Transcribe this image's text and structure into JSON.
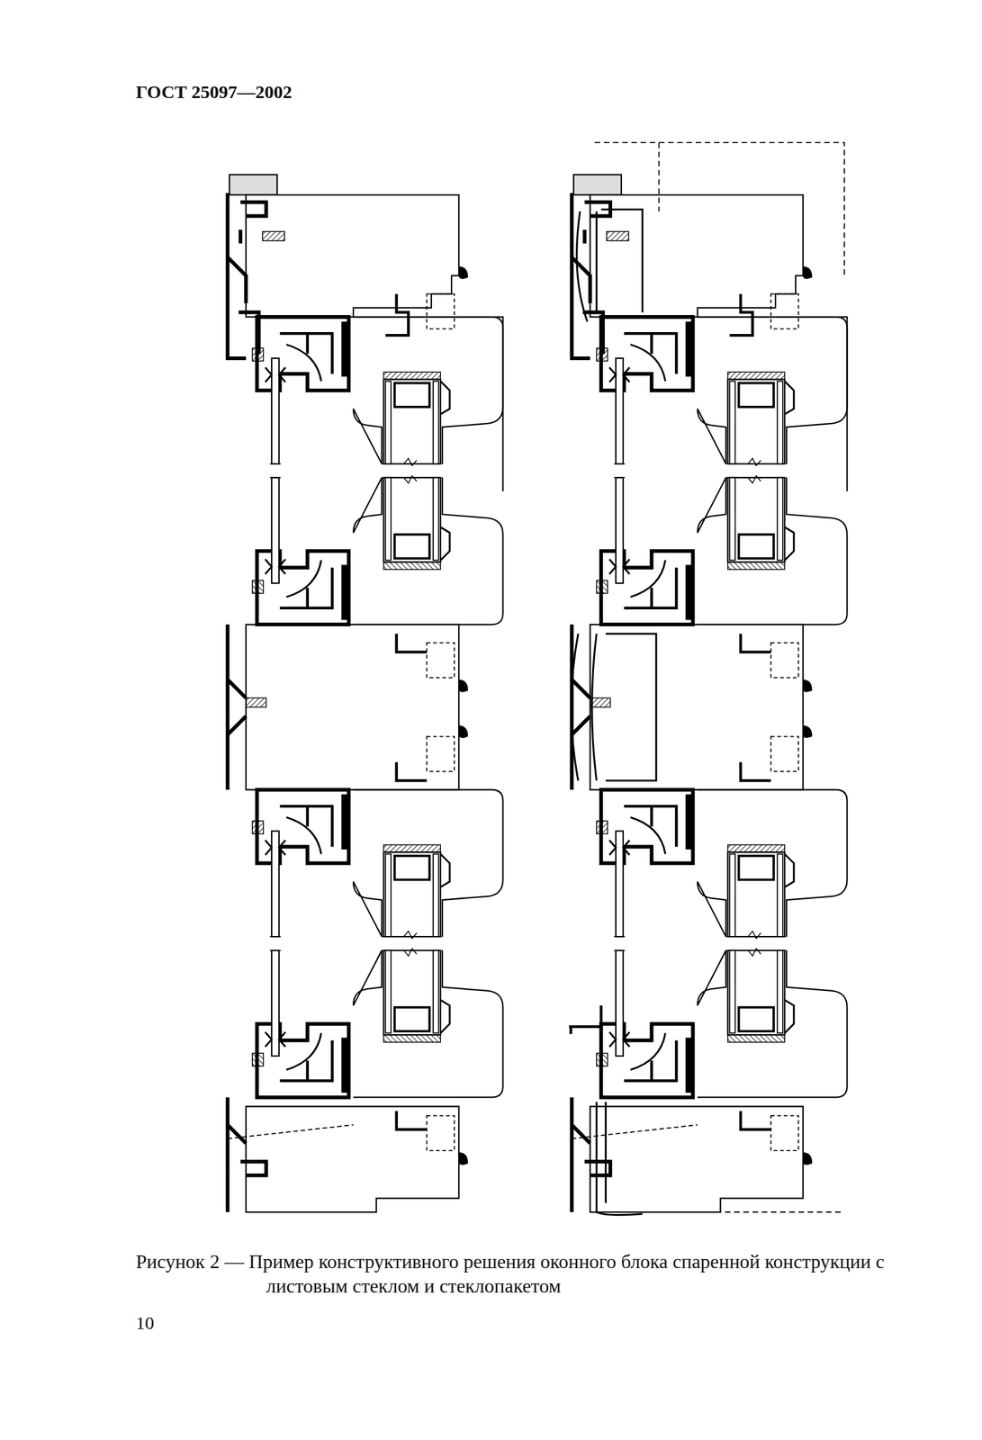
{
  "diagram": {
    "caption": "Рисунок 2 — Пример конструктивного решения оконного блока спаренной конструкции с листовым стеклом и стеклопакетом",
    "labels": [
      "ГОСТ 25097—2002",
      "10"
    ]
  }
}
